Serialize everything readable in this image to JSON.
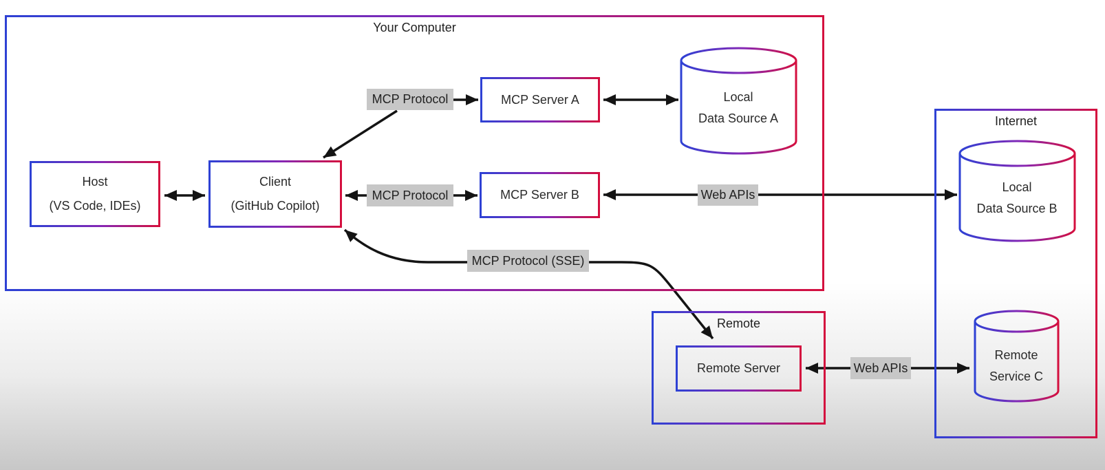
{
  "groups": {
    "your_computer": {
      "label": "Your Computer"
    },
    "internet": {
      "label": "Internet"
    },
    "remote": {
      "label": "Remote"
    }
  },
  "nodes": {
    "host": {
      "line1": "Host",
      "line2": "(VS Code, IDEs)"
    },
    "client": {
      "line1": "Client",
      "line2": "(GitHub Copilot)"
    },
    "mcp_server_a": {
      "label": "MCP Server A"
    },
    "mcp_server_b": {
      "label": "MCP Server B"
    },
    "local_data_source_a": {
      "line1": "Local",
      "line2": "Data Source A"
    },
    "local_data_source_b": {
      "line1": "Local",
      "line2": "Data Source B"
    },
    "remote_service_c": {
      "line1": "Remote",
      "line2": "Service C"
    },
    "remote_server": {
      "label": "Remote Server"
    }
  },
  "edge_labels": {
    "mcp_protocol_a": "MCP Protocol",
    "mcp_protocol_b": "MCP Protocol",
    "mcp_protocol_sse": "MCP Protocol (SSE)",
    "web_apis_b": "Web APIs",
    "web_apis_c": "Web APIs"
  },
  "edges": [
    {
      "from": "host",
      "to": "client",
      "style": "double-arrow",
      "label": ""
    },
    {
      "from": "mcp_protocol_a_label",
      "to": "mcp_server_a",
      "style": "arrow",
      "label": "MCP Protocol"
    },
    {
      "from": "mcp_protocol_a_label",
      "to": "client",
      "style": "arrow",
      "label": ""
    },
    {
      "from": "client",
      "to": "mcp_server_b",
      "style": "double-arrow",
      "label": "MCP Protocol"
    },
    {
      "from": "mcp_server_a",
      "to": "local_data_source_a",
      "style": "double-arrow",
      "label": ""
    },
    {
      "from": "mcp_server_b",
      "to": "local_data_source_b",
      "style": "double-arrow",
      "label": "Web APIs"
    },
    {
      "from": "client",
      "to": "remote_server",
      "style": "double-arrow-curved",
      "label": "MCP Protocol (SSE)"
    },
    {
      "from": "remote_server",
      "to": "remote_service_c",
      "style": "double-arrow",
      "label": "Web APIs"
    }
  ],
  "colors": {
    "gradient_start": "#2e41d4",
    "gradient_mid": "#8626b4",
    "gradient_end": "#d40f3e",
    "arrow": "#141414",
    "label_bg": "#c7c7c7",
    "text": "#2a2a2a",
    "bg_top": "#ffffff",
    "bg_bottom": "#c7c7c7"
  }
}
